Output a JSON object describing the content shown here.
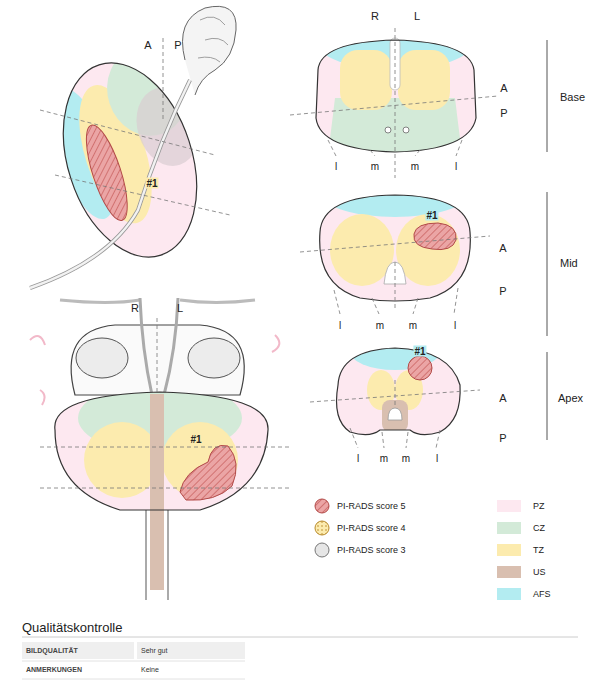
{
  "diagram": {
    "title": "Qualitätskontrolle",
    "labels": [
      "A",
      "P",
      "#1",
      "R",
      "L",
      "A",
      "P",
      "l",
      "m",
      "m",
      "l",
      "Base",
      "#1",
      "A",
      "P",
      "l",
      "m",
      "m",
      "l",
      "Mid",
      "#1",
      "A",
      "P",
      "l",
      "m",
      "m",
      "l",
      "Apex",
      "R",
      "L",
      "#1",
      "BILDQUALITÄT",
      "Sehr gut",
      "ANMERKUNGEN",
      "Keine"
    ],
    "legend": [
      {
        "text": "PI-RADS score 5"
      },
      {
        "text": "PI-RADS score 4"
      },
      {
        "text": "PI-RADS score 3"
      },
      {
        "text": "PZ",
        "color": "#fde8f0"
      },
      {
        "text": "CZ",
        "color": "#d3ead8"
      },
      {
        "text": "TZ",
        "color": "#fcebae"
      },
      {
        "text": "US",
        "color": "#d9bfb0"
      },
      {
        "text": "AFS",
        "color": "#b3ecf1"
      }
    ]
  }
}
